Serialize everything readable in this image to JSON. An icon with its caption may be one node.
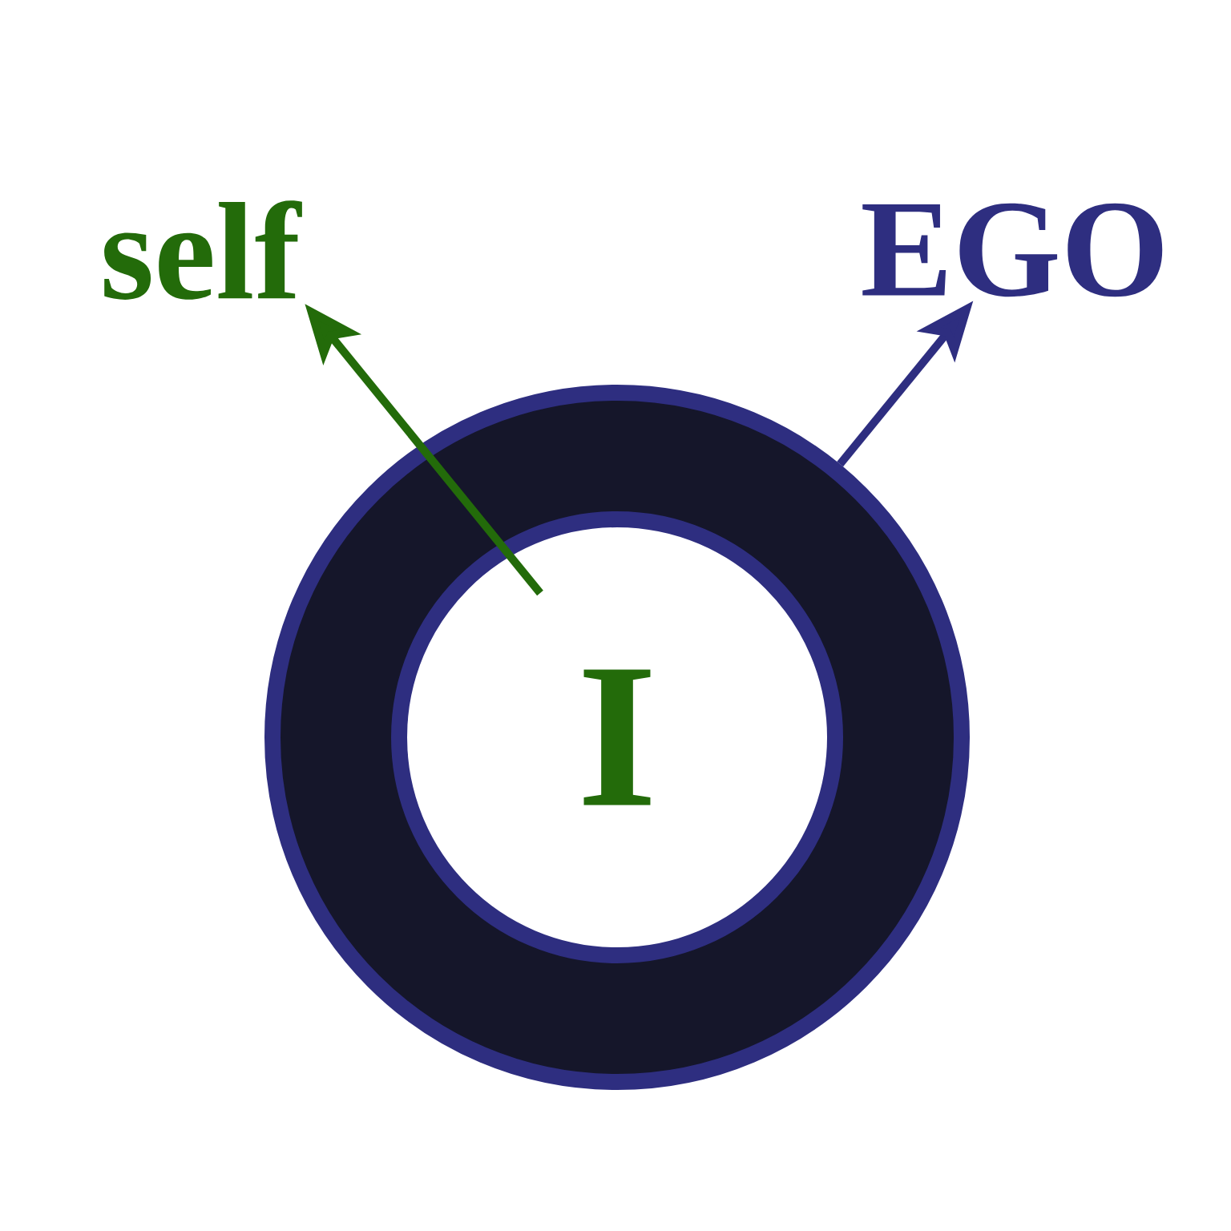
{
  "diagram": {
    "nodes": [
      {
        "text": [
          "self"
        ]
      },
      {
        "text": [
          "EGO"
        ]
      },
      {
        "text": [],
        "shape": "circle"
      },
      {
        "text": [
          "I"
        ],
        "in": 2
      }
    ],
    "edges": [
      {
        "from": 3,
        "to": 0,
        "arrow": "to",
        "color": "#236b0a"
      },
      {
        "from": 2,
        "to": 1,
        "arrow": "to",
        "color": "#2e2e80"
      }
    ]
  }
}
